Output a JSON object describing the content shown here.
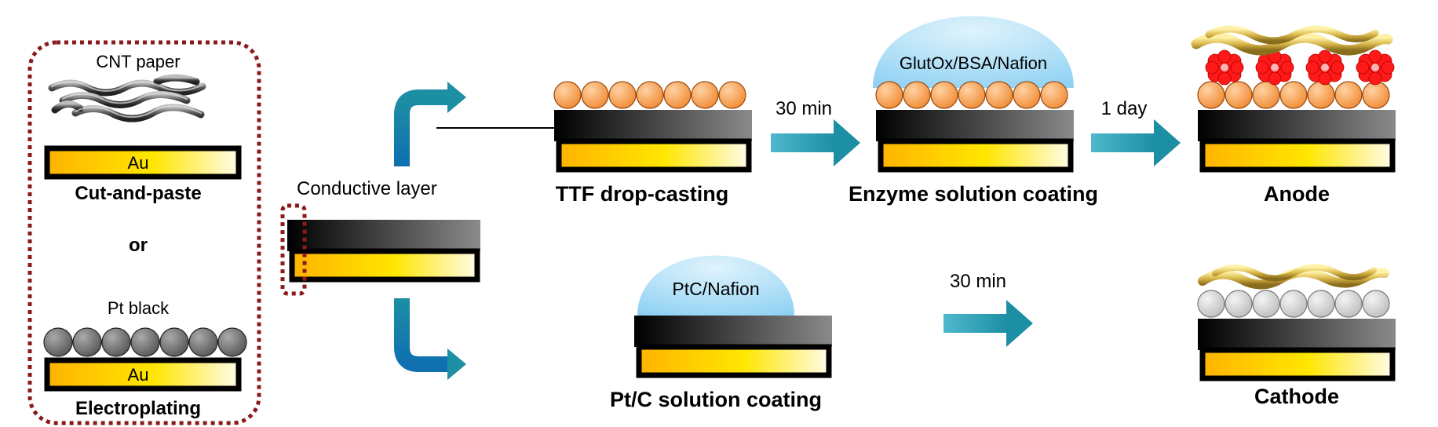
{
  "colors": {
    "gold_start": "#ffb300",
    "gold_end": "#fffbe8",
    "carbon_start": "#000000",
    "carbon_end": "#8a8a8a",
    "ttf_particle": "#f08a33",
    "pt_black_particle": "#555555",
    "ptc_particle": "#bdbdbd",
    "enzyme_red": "#ff1a1a",
    "droplet_blue": "#8fd1f3",
    "arrow_teal": "#1c8fa4",
    "dashed_frame": "#8b1a1a"
  },
  "left_panel": {
    "cnt_label": "CNT paper",
    "au_label_1": "Au",
    "cut_paste_label": "Cut-and-paste",
    "or_label": "or",
    "pt_black_label": "Pt black",
    "au_label_2": "Au",
    "electroplating_label": "Electroplating"
  },
  "center": {
    "conductive_label": "Conductive layer"
  },
  "anode_path": {
    "ttf_label": "TTF drop-casting",
    "time_1": "30 min",
    "enzyme_droplet_label": "GlutOx/BSA/Nafion",
    "enzyme_label": "Enzyme solution coating",
    "time_2": "1 day",
    "anode_label": "Anode"
  },
  "cathode_path": {
    "ptc_droplet_label": "PtC/Nafion",
    "ptc_label": "Pt/C solution coating",
    "time_3": "30 min",
    "cathode_label": "Cathode"
  },
  "icons": {
    "cnt_fiber": "cnt-fiber-icon",
    "enzyme": "enzyme-icon",
    "particle": "particle-icon",
    "droplet": "droplet-icon",
    "arrow": "process-arrow-icon"
  }
}
